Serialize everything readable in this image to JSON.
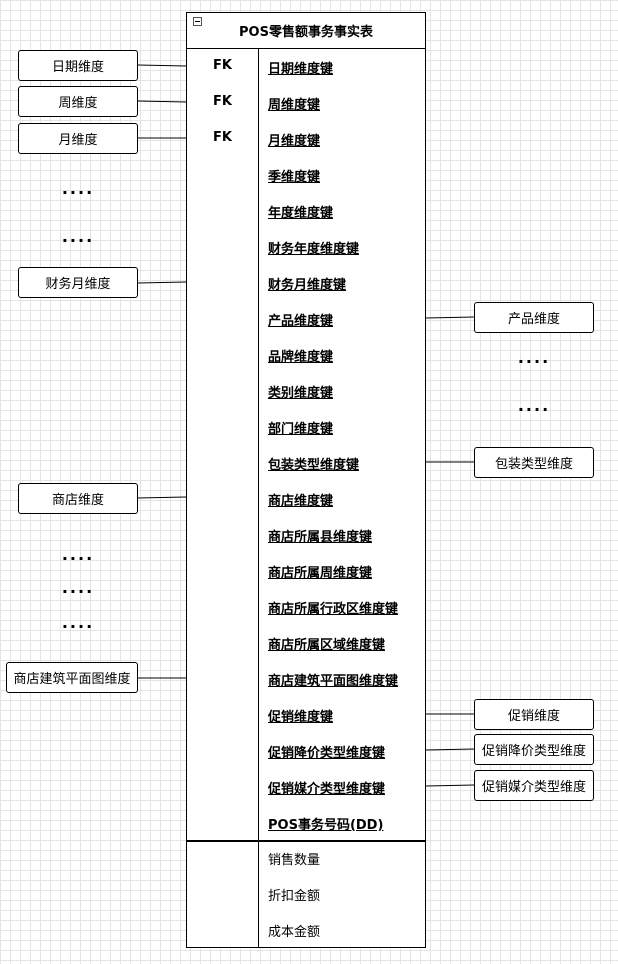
{
  "entity": {
    "title": "POS零售额事务事实表",
    "fk_label": "FK",
    "keys": [
      "日期维度键",
      "周维度键",
      "月维度键",
      "季维度键",
      "年度维度键",
      "财务年度维度键",
      "财务月维度键",
      "产品维度键",
      "品牌维度键",
      "类别维度键",
      "部门维度键",
      "包装类型维度键",
      "商店维度键",
      "商店所属县维度键",
      "商店所属周维度键",
      "商店所属行政区维度键",
      "商店所属区域维度键",
      "商店建筑平面图维度键",
      "促销维度键",
      "促销降价类型维度键",
      "促销媒介类型维度键",
      "POS事务号码(DD)"
    ],
    "measures": [
      "销售数量",
      "折扣金额",
      "成本金额"
    ]
  },
  "left_dimensions": {
    "date": "日期维度",
    "week": "周维度",
    "month": "月维度",
    "fiscal_month": "财务月维度",
    "store": "商店维度",
    "store_floorplan": "商店建筑平面图维度"
  },
  "right_dimensions": {
    "product": "产品维度",
    "package_type": "包装类型维度",
    "promotion": "促销维度",
    "promo_reduction": "促销降价类型维度",
    "promo_media": "促销媒介类型维度"
  },
  "ellipsis": "····"
}
